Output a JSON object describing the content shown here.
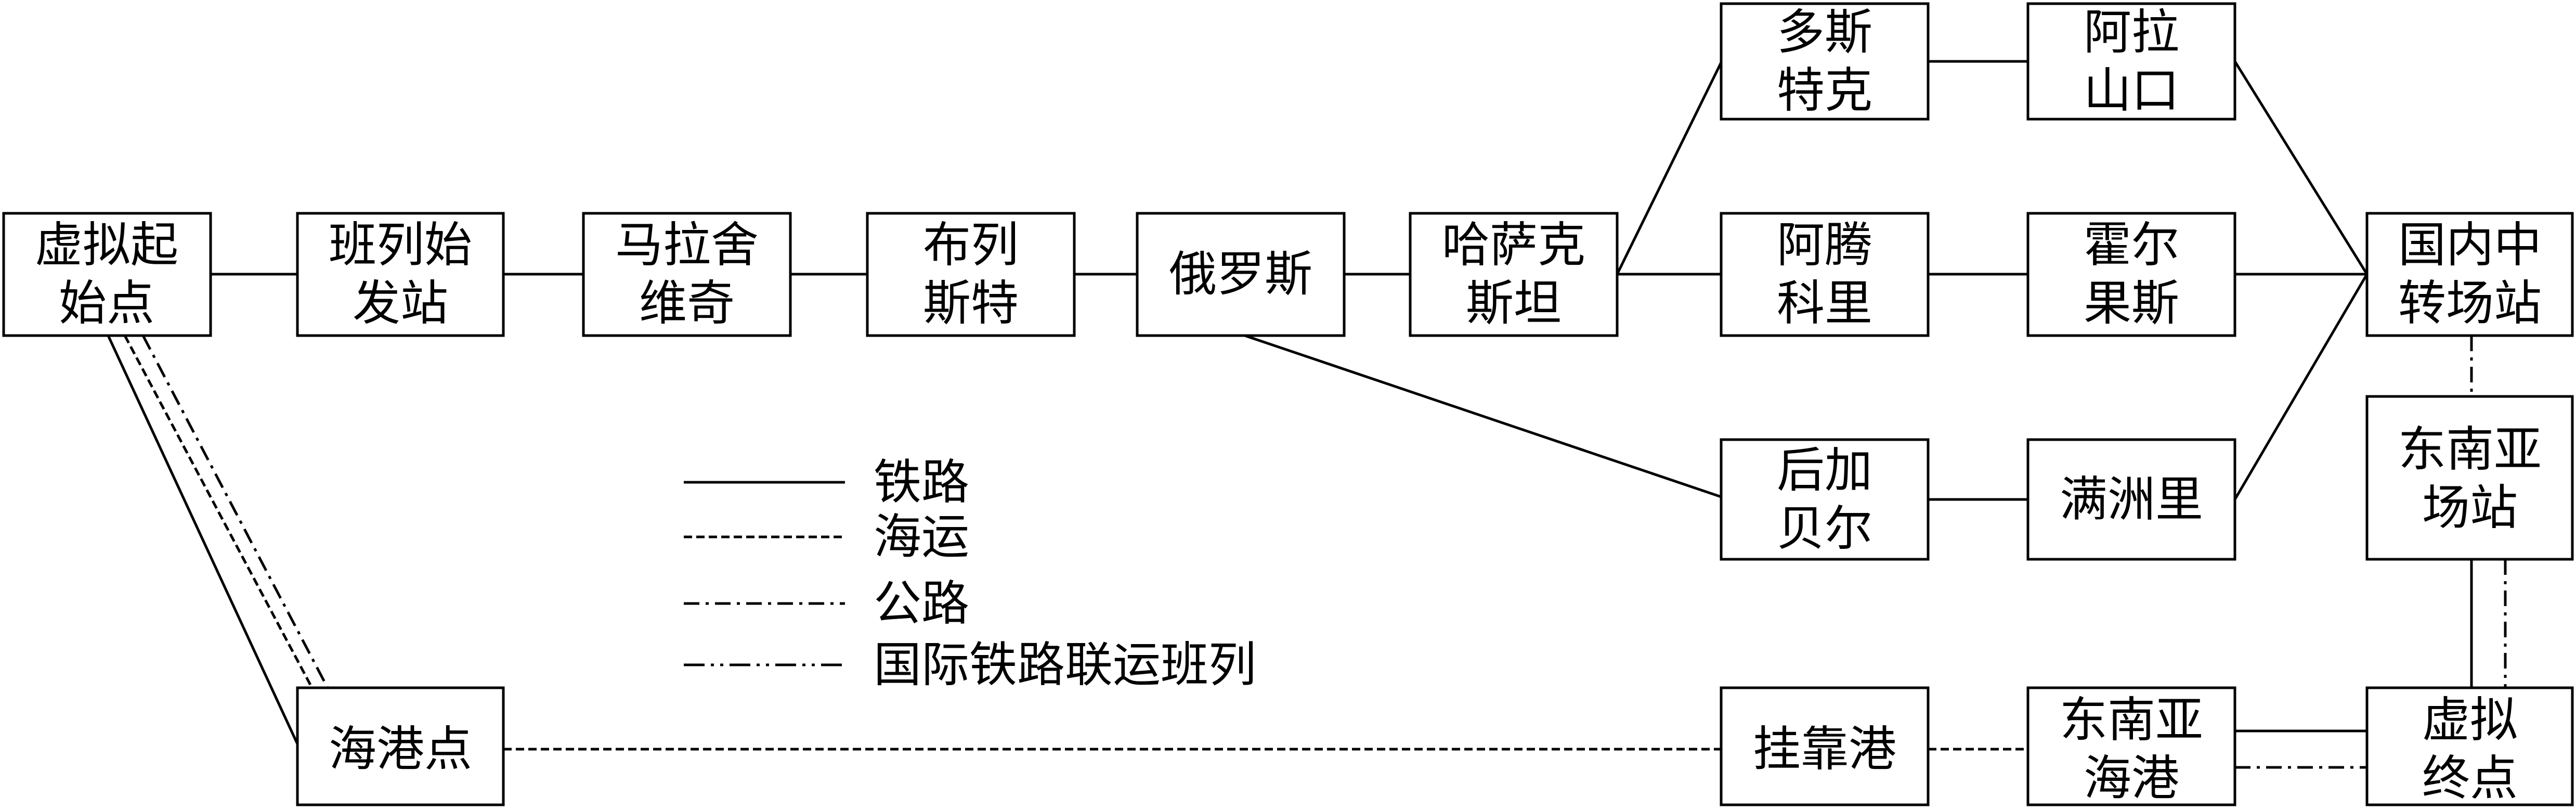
{
  "nodes": {
    "virtual_origin": {
      "lines": [
        "虚拟起",
        "始点"
      ]
    },
    "departure_station": {
      "lines": [
        "班列始",
        "发站"
      ]
    },
    "malaszewicze": {
      "lines": [
        "马拉舍",
        "维奇"
      ]
    },
    "brest": {
      "lines": [
        "布列",
        "斯特"
      ]
    },
    "russia": {
      "lines": [
        "俄罗斯"
      ]
    },
    "kazakhstan": {
      "lines": [
        "哈萨克",
        "斯坦"
      ]
    },
    "dostyk": {
      "lines": [
        "多斯",
        "特克"
      ]
    },
    "alashankou": {
      "lines": [
        "阿拉",
        "山口"
      ]
    },
    "altynkol": {
      "lines": [
        "阿腾",
        "科里"
      ]
    },
    "khorgos": {
      "lines": [
        "霍尔",
        "果斯"
      ]
    },
    "zabaykalsk": {
      "lines": [
        "后加",
        "贝尔"
      ]
    },
    "manzhouli": {
      "lines": [
        "满洲里"
      ]
    },
    "domestic_hub": {
      "lines": [
        "国内中",
        "转场站"
      ]
    },
    "sea_station": {
      "lines": [
        "东南亚",
        "场站"
      ]
    },
    "seaport": {
      "lines": [
        "海港点"
      ]
    },
    "transit_port": {
      "lines": [
        "挂靠港"
      ]
    },
    "sea_port_sea": {
      "lines": [
        "东南亚",
        "海港"
      ]
    },
    "virtual_destination": {
      "lines": [
        "虚拟",
        "终点"
      ]
    }
  },
  "legend": {
    "rail": "铁路",
    "sea": "海运",
    "road": "公路",
    "intl_rail": "国际铁路联运班列"
  }
}
